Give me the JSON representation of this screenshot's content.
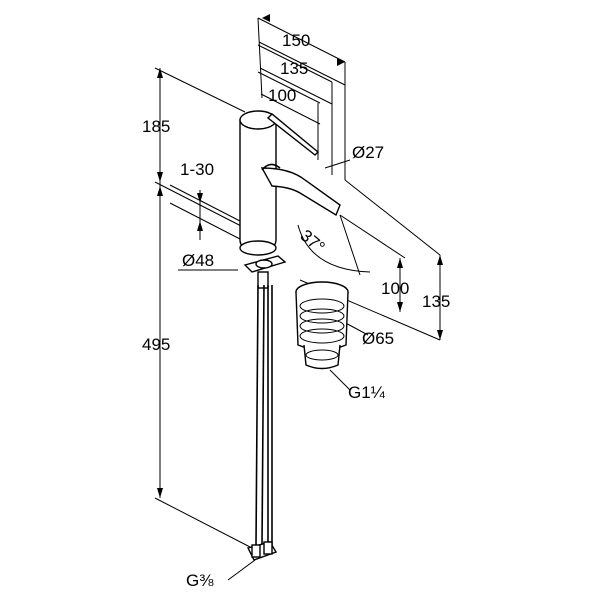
{
  "dimensions": {
    "width_overall": "150",
    "width_spout": "135",
    "width_handle": "100",
    "height_top": "185",
    "height_main": "495",
    "countertop_range": "1-30",
    "diameter_spout": "Ø27",
    "angle_spout": "37°",
    "diameter_base": "Ø48",
    "height_spout_100": "100",
    "height_spout_135": "135",
    "diameter_waste": "Ø65",
    "thread_waste": "G1¼",
    "thread_hoses": "G⅜"
  },
  "colors": {
    "line": "#000000",
    "background": "#ffffff"
  }
}
